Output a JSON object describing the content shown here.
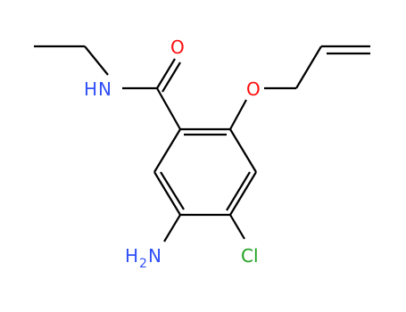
{
  "molecule": {
    "atoms": {
      "O_carbonyl": {
        "label": "O"
      },
      "N_amide": {
        "label": "N",
        "h_label": "H"
      },
      "O_ether": {
        "label": "O"
      },
      "N_amino": {
        "label": "NH",
        "sub_label": "2",
        "h_prefix": "H",
        "n_part": "N"
      },
      "Cl": {
        "label": "Cl"
      }
    },
    "colors": {
      "bond": "#000000",
      "oxygen": "#ff0d0d",
      "nitrogen": "#3050f8",
      "chlorine": "#1fa01f"
    }
  }
}
